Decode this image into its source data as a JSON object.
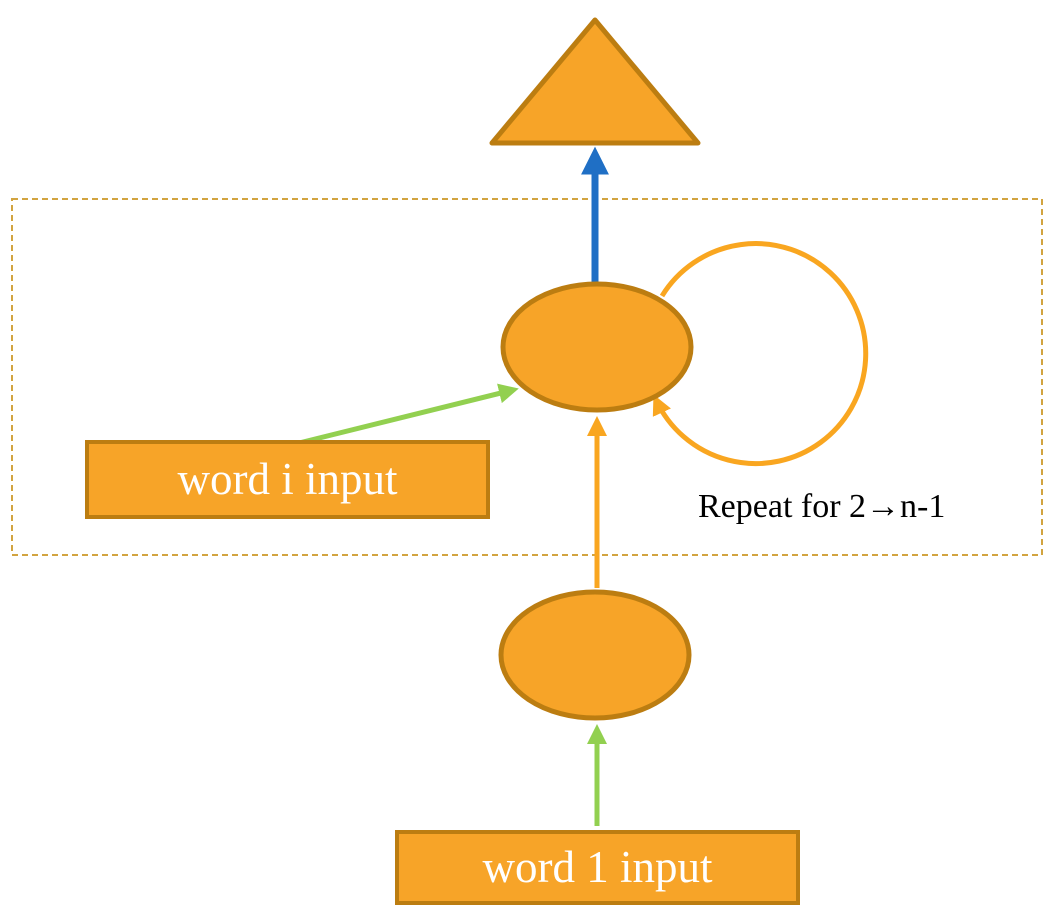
{
  "diagram": {
    "title": "recurrent word-input flow diagram",
    "note": "Repeat for 2→n-1",
    "boxes": {
      "word_i": "word i input",
      "word_1": "word 1 input"
    },
    "colors": {
      "shape_fill": "#F7A428",
      "shape_stroke": "#BC7D11",
      "loop_orange": "#F9A620",
      "arrow_blue": "#1F6FC5",
      "arrow_green": "#92D050",
      "dashed_border": "#D2A440",
      "box_label_text": "#FFFFFF",
      "note_text": "#000000",
      "background": "#FFFFFF"
    }
  }
}
